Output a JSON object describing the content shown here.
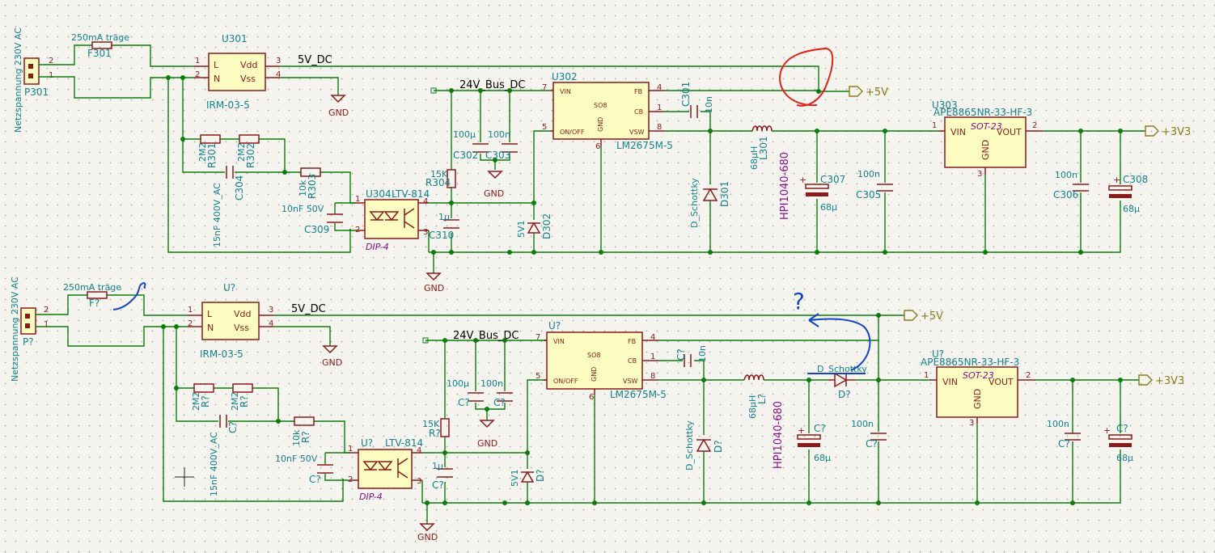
{
  "schematic": {
    "top": {
      "connector": {
        "ref": "P301",
        "label": "Netzspannung 230V AC",
        "pin1": "1",
        "pin2": "2"
      },
      "fuse": {
        "ref": "F301",
        "value": "250mA träge"
      },
      "psu": {
        "ref": "U301",
        "value": "IRM-03-5",
        "pin_l": "L",
        "pin_n": "N",
        "pin_vdd": "Vdd",
        "pin_vss": "Vss",
        "n1": "1",
        "n2": "2",
        "n3": "3",
        "n4": "4"
      },
      "net_5v": "5V_DC",
      "net_24v": "24V_Bus_DC",
      "gnd": "GND",
      "r301": {
        "ref": "R301",
        "value": "2M2"
      },
      "r302": {
        "ref": "R302",
        "value": "2M2"
      },
      "c304": {
        "ref": "C304",
        "value": "15nF 400V_AC"
      },
      "r303": {
        "ref": "R303",
        "value": "10k"
      },
      "c309": {
        "ref": "C309",
        "value": "10nF 50V"
      },
      "opto": {
        "ref": "U304",
        "value": "LTV-814",
        "footprint": "DIP-4",
        "p1": "1",
        "p2": "2",
        "p3": "3",
        "p4": "4"
      },
      "c302": {
        "ref": "C302",
        "value": "100µ"
      },
      "c303": {
        "ref": "C303",
        "value": "100n"
      },
      "r304": {
        "ref": "R304",
        "value": "15K"
      },
      "c310": {
        "ref": "C310",
        "value": "1µ"
      },
      "d302": {
        "ref": "D302",
        "value": "5V1"
      },
      "reg": {
        "ref": "U302",
        "value": "LM2675M-5",
        "pkg": "SO8",
        "vin": "VIN",
        "fb": "FB",
        "cb": "CB",
        "onoff": "ON/OFF",
        "gnd": "GND",
        "vsw": "VSW",
        "p7": "7",
        "p4": "4",
        "p1": "1",
        "p5": "5",
        "p6": "6",
        "p8": "8"
      },
      "c301": {
        "ref": "C301",
        "value": "10n"
      },
      "d301": {
        "ref": "D301",
        "value": "D_Schottky"
      },
      "l301": {
        "ref": "L301",
        "value": "68µH",
        "part": "HPI1040-680"
      },
      "c307": {
        "ref": "C307",
        "value": "68µ"
      },
      "c305": {
        "ref": "C305",
        "value": "100n"
      },
      "ldo": {
        "ref": "U303",
        "value": "APE8865NR-33-HF-3",
        "pkg": "SOT-23",
        "vin": "VIN",
        "vout": "VOUT",
        "gnd": "GND",
        "p1": "1",
        "p2": "2",
        "p3": "3"
      },
      "c306": {
        "ref": "C306",
        "value": "100n"
      },
      "c308": {
        "ref": "C308",
        "value": "68µ"
      },
      "out5": "+5V",
      "out33": "+3V3"
    },
    "bottom": {
      "connector": {
        "ref": "P?",
        "label": "Netzspannung 230V AC",
        "pin1": "1",
        "pin2": "2"
      },
      "fuse": {
        "ref": "F?",
        "value": "250mA träge"
      },
      "psu": {
        "ref": "U?",
        "value": "IRM-03-5",
        "pin_l": "L",
        "pin_n": "N",
        "pin_vdd": "Vdd",
        "pin_vss": "Vss",
        "n1": "1",
        "n2": "2",
        "n3": "3",
        "n4": "4"
      },
      "net_5v": "5V_DC",
      "net_24v": "24V_Bus_DC",
      "gnd": "GND",
      "r1": {
        "ref": "R?",
        "value": "2M2"
      },
      "r2": {
        "ref": "R?",
        "value": "2M2"
      },
      "c1": {
        "ref": "C?",
        "value": "15nF 400V_AC"
      },
      "r3": {
        "ref": "R?",
        "value": "10k"
      },
      "c2": {
        "ref": "C?",
        "value": "10nF 50V"
      },
      "opto": {
        "ref": "U?",
        "value": "LTV-814",
        "footprint": "DIP-4",
        "p1": "1",
        "p2": "2",
        "p3": "3",
        "p4": "4"
      },
      "c3": {
        "ref": "C?",
        "value": "100µ"
      },
      "c4": {
        "ref": "C?",
        "value": "100n"
      },
      "r4": {
        "ref": "R?",
        "value": "15K"
      },
      "c5": {
        "ref": "C?",
        "value": "1µ"
      },
      "d1": {
        "ref": "D?",
        "value": "5V1"
      },
      "reg": {
        "ref": "U?",
        "value": "LM2675M-5",
        "pkg": "SO8",
        "vin": "VIN",
        "fb": "FB",
        "cb": "CB",
        "onoff": "ON/OFF",
        "gnd": "GND",
        "vsw": "VSW",
        "p7": "7",
        "p4": "4",
        "p1": "1",
        "p5": "5",
        "p6": "6",
        "p8": "8"
      },
      "c6": {
        "ref": "C?",
        "value": "10n"
      },
      "d2": {
        "ref": "D?",
        "value": "D_Schottky"
      },
      "l1": {
        "ref": "L?",
        "value": "68µH",
        "part": "HPI1040-680"
      },
      "c7": {
        "ref": "C?",
        "value": "68µ"
      },
      "d3": {
        "ref": "D?",
        "value": "D_Schottky"
      },
      "c8": {
        "ref": "C?",
        "value": "100n"
      },
      "ldo": {
        "ref": "U?",
        "value": "APE8865NR-33-HF-3",
        "pkg": "SOT-23",
        "vin": "VIN",
        "vout": "VOUT",
        "gnd": "GND",
        "p1": "1",
        "p2": "2",
        "p3": "3"
      },
      "c9": {
        "ref": "C?",
        "value": "100n"
      },
      "c10": {
        "ref": "C?",
        "value": "68µ"
      },
      "out5": "+5V",
      "out33": "+3V3"
    },
    "annotations": {
      "question": "?",
      "circle_color": "#e0221a",
      "ink_color": "#1544c7"
    }
  }
}
